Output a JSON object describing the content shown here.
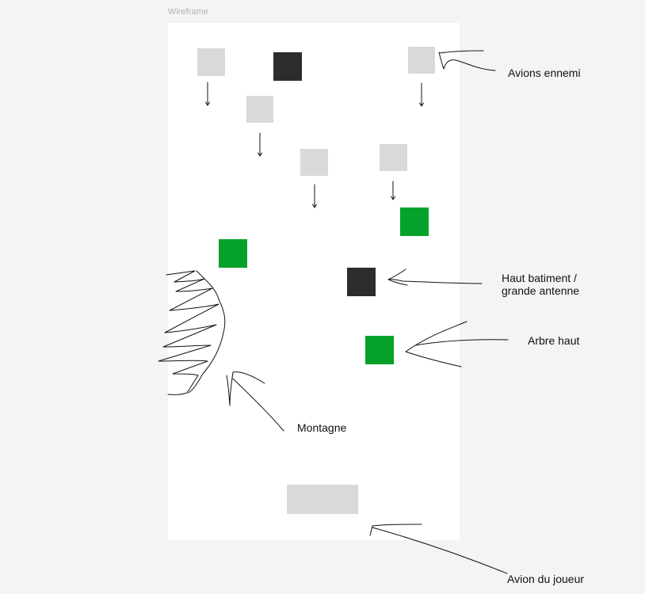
{
  "frame": {
    "title": "Wireframe"
  },
  "colors": {
    "canvas": "#f4f4f4",
    "frame": "#ffffff",
    "enemy_plane": "#d9d9d9",
    "player_plane": "#d9d9d9",
    "building": "#2c2c2c",
    "tree": "#05a12b",
    "ink": "#111111"
  },
  "annotations": {
    "enemy_planes": "Avions ennemi",
    "building": "Haut batiment /\ngrande antenne",
    "tree": "Arbre haut",
    "mountain": "Montagne",
    "player_plane": "Avion du joueur"
  }
}
